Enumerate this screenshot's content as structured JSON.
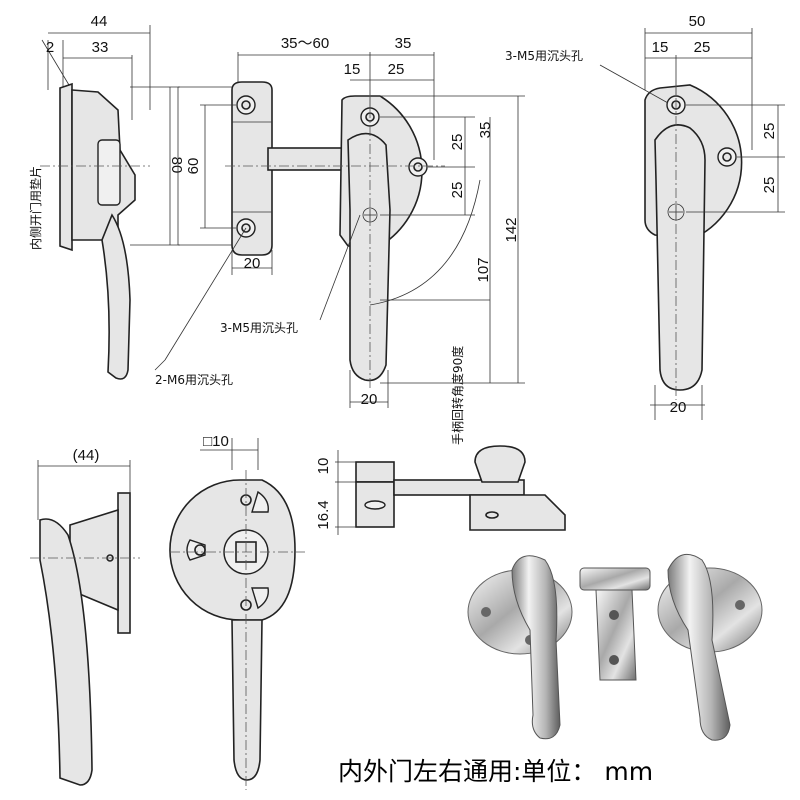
{
  "dimensions": {
    "side_total": "44",
    "side_2": "2",
    "side_33": "33",
    "side_height": "80",
    "front_60": "60",
    "front_range": "35～60",
    "front_35": "35",
    "front_15": "15",
    "front_25": "25",
    "front_25_v1": "25",
    "front_25_v2": "25",
    "front_35_v": "35",
    "front_142": "142",
    "front_107": "107",
    "front_20_base": "20",
    "front_20_handle": "20",
    "right_50": "50",
    "right_15": "15",
    "right_25": "25",
    "right_25_v1": "25",
    "right_25_v2": "25",
    "right_20": "20",
    "bottom_44": "(44)",
    "bottom_square": "□10",
    "bottom_10": "10",
    "bottom_16_4": "16.4"
  },
  "notes": {
    "spacer": "内侧开门用垫片",
    "m5_front": "3-M5用沉头孔",
    "m6": "2-M6用沉头孔",
    "rotation": "手柄回转角度90度",
    "m5_right": "3-M5用沉头孔"
  },
  "caption": "内外门左右通用:单位： mm"
}
